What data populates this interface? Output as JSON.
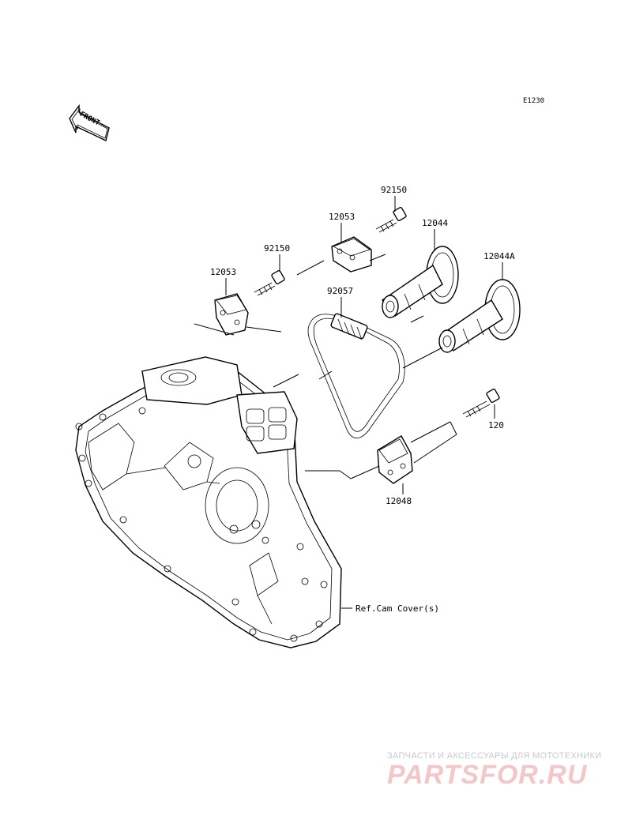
{
  "diagram": {
    "code": "E1230",
    "front_label": "FRONT",
    "parts": [
      {
        "number": "92150"
      },
      {
        "number": "12053"
      },
      {
        "number": "12044"
      },
      {
        "number": "12044A"
      },
      {
        "number": "92150"
      },
      {
        "number": "12053"
      },
      {
        "number": "92057"
      },
      {
        "number": "120"
      },
      {
        "number": "12048"
      }
    ],
    "reference_label": "Ref.Cam Cover(s)"
  },
  "watermark": {
    "tagline": "ЗАПЧАСТИ И АКСЕССУАРЫ ДЛЯ МОТОТЕХНИКИ",
    "logo": "PARTSFOR.RU",
    "logo_color": "#f3c7c7"
  }
}
